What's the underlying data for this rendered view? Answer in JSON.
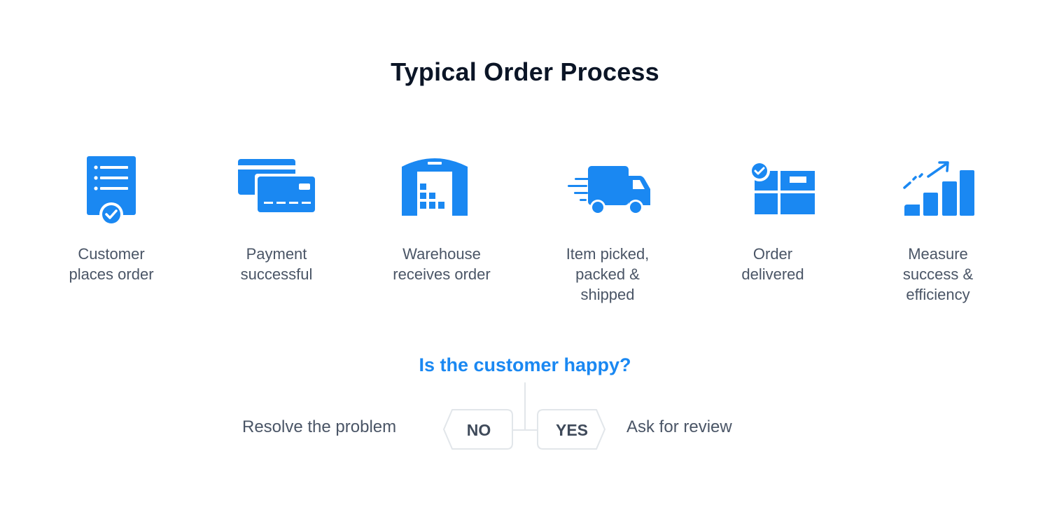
{
  "title": "Typical Order Process",
  "accent_color": "#1a88f2",
  "steps": [
    {
      "icon": "order-document-check-icon",
      "label": "Customer\nplaces order"
    },
    {
      "icon": "credit-cards-icon",
      "label": "Payment\nsuccessful"
    },
    {
      "icon": "warehouse-icon",
      "label": "Warehouse\nreceives order"
    },
    {
      "icon": "delivery-truck-icon",
      "label": "Item picked,\npacked &\nshipped"
    },
    {
      "icon": "delivered-package-icon",
      "label": "Order\ndelivered"
    },
    {
      "icon": "growth-chart-icon",
      "label": "Measure\nsuccess &\nefficiency"
    }
  ],
  "decision": {
    "question": "Is the customer happy?",
    "no_label": "NO",
    "yes_label": "YES",
    "no_action": "Resolve the problem",
    "yes_action": "Ask for review"
  }
}
